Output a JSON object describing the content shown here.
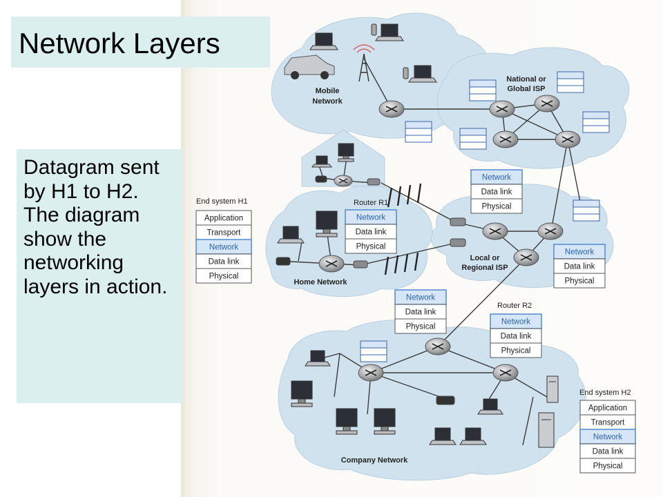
{
  "slide": {
    "title": "Network Layers",
    "description": "Datagram sent by H1 to H2. The diagram show the networking layers in action."
  },
  "diagram": {
    "network_labels": {
      "mobile": [
        "Mobile",
        "Network"
      ],
      "isp_global": [
        "National or",
        "Global ISP"
      ],
      "isp_local": [
        "Local or",
        "Regional ISP"
      ],
      "home": "Home Network",
      "company": "Company Network"
    },
    "captions": {
      "h1": "End system H1",
      "h2": "End system H2",
      "r1": "Router R1",
      "r2": "Router R2"
    },
    "stacks": {
      "h1": [
        "Application",
        "Transport",
        "Network",
        "Data link",
        "Physical"
      ],
      "h2": [
        "Application",
        "Transport",
        "Network",
        "Data link",
        "Physical"
      ],
      "r1": [
        "Network",
        "Data link",
        "Physical"
      ],
      "r2": [
        "Network",
        "Data link",
        "Physical"
      ],
      "isp_router": [
        "Network",
        "Data link",
        "Physical"
      ],
      "local_isp_router": [
        "Network",
        "Data link",
        "Physical"
      ],
      "company_router": [
        "Network",
        "Data link",
        "Physical"
      ]
    },
    "colors": {
      "cloud": "#d0e2ee",
      "network_layer_text": "#2a63b8",
      "network_layer_fill": "#d6e6f7",
      "network_layer_border": "#5a8fd6",
      "layer_fill": "#ffffff",
      "link": "#3a3a3a"
    }
  }
}
